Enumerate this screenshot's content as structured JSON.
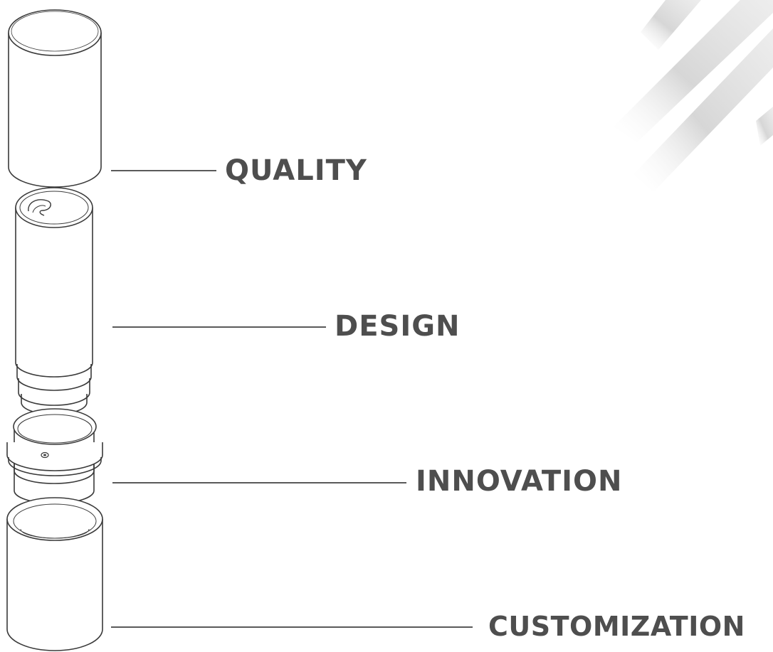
{
  "callouts": [
    {
      "label": "QUALITY"
    },
    {
      "label": "DESIGN"
    },
    {
      "label": "INNOVATION"
    },
    {
      "label": "CUSTOMIZATION"
    }
  ],
  "colors": {
    "outline": "#3a3a3a",
    "leader_line": "#5a5a5a",
    "label_text": "#4e4e4e",
    "stripes": "#d6d6d6"
  }
}
